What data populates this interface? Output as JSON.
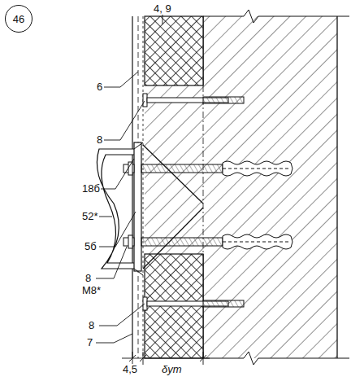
{
  "diagram": {
    "nodes": [
      {
        "text": [
          "46"
        ]
      }
    ],
    "labels": [
      "4, 9",
      "6",
      "8",
      "18б",
      "52*",
      "5б",
      "8",
      "M8*",
      "8",
      "7",
      "4,5",
      "δут"
    ]
  }
}
